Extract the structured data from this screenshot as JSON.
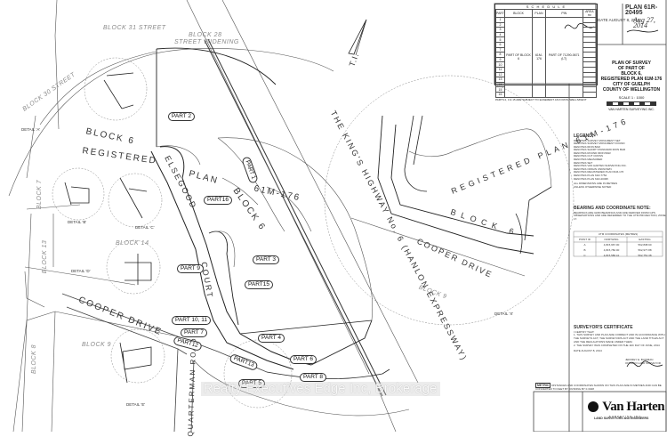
{
  "plan": {
    "plan_number": "PLAN 61R-20495",
    "received_date": "Aug 27, 2014",
    "title_lines": [
      "PLAN OF SURVEY",
      "OF PART OF",
      "BLOCK 6,",
      "REGISTERED PLAN 61M-176",
      "CITY OF GUELPH",
      "COUNTY OF WELLINGTON"
    ],
    "scale": "SCALE 1 : 1000",
    "surveyor_firm": "VAN HARTEN SURVEYING INC.",
    "date_signed": "DATE  AUGUST 8, 2014"
  },
  "schedule": {
    "title": "S C H E D U L E",
    "headers": [
      "PART",
      "BLOCK",
      "PLAN",
      "PIN",
      "AREA m²"
    ],
    "parts": [
      "1",
      "2",
      "3",
      "4",
      "5",
      "6",
      "7",
      "8",
      "9",
      "10",
      "11",
      "12",
      "13",
      "14",
      "15",
      "16"
    ],
    "block": "PART OF BLOCK 6",
    "plan": "61M-176",
    "pin": "PART OF 71290-0671 (LT)",
    "note": "PARTS 2, 3 & 15 ARE SUBJECT TO EASEMENT AS IN ROS. WELLS/KENT"
  },
  "map_labels": {
    "block_31_street": "BLOCK 31 STREET",
    "block_28": "BLOCK 28",
    "street_widening": "STREET WIDENING",
    "block_30_street": "BLOCK 30 STREET",
    "block_6": "BLOCK 6",
    "registered": "REGISTERED",
    "plan": "PLAN",
    "plan_number": "61M-176",
    "block_6_b": "BLOCK 6",
    "block_7": "BLOCK 7",
    "block_13": "BLOCK 13",
    "block_14": "BLOCK 14",
    "block_9": "BLOCK 9",
    "block_8": "BLOCK 8",
    "elsegood": "ELSEGOOD",
    "court": "COURT",
    "cooper_drive": "COOPER DRIVE",
    "quarterman_road": "QUARTERMAN ROAD",
    "highway": "THE KING'S HIGHWAY No. 6 (HANLON EXPRESSWAY)",
    "north_arrow": "T.I."
  },
  "parts": [
    {
      "id": "part-1",
      "label": "PART 1"
    },
    {
      "id": "part-2",
      "label": "PART 2"
    },
    {
      "id": "part-3",
      "label": "PART 3"
    },
    {
      "id": "part-4",
      "label": "PART 4"
    },
    {
      "id": "part-5",
      "label": "PART 5"
    },
    {
      "id": "part-6",
      "label": "PART 6"
    },
    {
      "id": "part-7",
      "label": "PART 7"
    },
    {
      "id": "part-8",
      "label": "PART 8"
    },
    {
      "id": "part-9",
      "label": "PART 9"
    },
    {
      "id": "part-10-11",
      "label": "PART 10, 11"
    },
    {
      "id": "part-12",
      "label": "PART12"
    },
    {
      "id": "part-13",
      "label": "PART13"
    },
    {
      "id": "part-15",
      "label": "PART15"
    },
    {
      "id": "part-16",
      "label": "PART16"
    }
  ],
  "details": {
    "detail_a": "DETAIL 'A'",
    "detail_b": "DETAIL 'B'",
    "detail_c": "DETAIL 'C'",
    "detail_d": "DETAIL 'D'",
    "detail_e": "DETAIL 'E'",
    "detail_x": "DETAIL 'X'"
  },
  "inset": {
    "registered_plan": "REGISTERED PLAN 61M-176",
    "block": "BLOCK 6",
    "cooper_drive": "COOPER DRIVE",
    "block_9": "BLOCK 9"
  },
  "legend": {
    "title": "LEGEND:",
    "items": [
      "DENOTES SURVEY MONUMENT SET",
      "DENOTES SURVEY MONUMENT FOUND",
      "DENOTES IRON BAR",
      "DENOTES SHORT STANDARD IRON BAR",
      "DENOTES ROUND IRON BAR",
      "DENOTES CUT CROSS",
      "DENOTES MEASURED",
      "DENOTES SET",
      "DENOTES VAN HARTEN SURVEYING INC.",
      "DENOTES ORIGIN UNKNOWN",
      "DENOTES REGISTERED PLAN 61M-176",
      "DENOTES PLAN 61R-7752",
      "DENOTES PLAN 61R-20495"
    ],
    "notes": [
      "ALL DIMENSIONS ARE IN METRES",
      "UNLESS OTHERWISE NOTED"
    ]
  },
  "bearing_note": {
    "title": "BEARING AND COORDINATE NOTE:",
    "text": "BEARINGS ARE GRID BEARINGS AND ARE DERIVED FROM GPS OBSERVATIONS AND ARE REFERRED TO THE UTM PROJECTION, ZONE 17."
  },
  "utm_table": {
    "title": "UTM COORDINATES (METRES)",
    "headers": [
      "POINT ID",
      "NORTHING",
      "EASTING"
    ],
    "rows": [
      [
        "A",
        "4,815,967.00",
        "562,838.90"
      ],
      [
        "B",
        "4,815,782.00",
        "562,977.88"
      ],
      [
        "C",
        "4,815,586.41",
        "562,751.38"
      ]
    ]
  },
  "surveyors_certificate": {
    "title": "SURVEYOR'S CERTIFICATE",
    "lines": [
      "I CERTIFY THAT:",
      "1. THIS SURVEY AND PLAN ARE CORRECT AND IN ACCORDANCE WITH THE SURVEYS ACT, THE SURVEYORS ACT AND THE LAND TITLES ACT AND THE REGULATIONS MADE UNDER THEM.",
      "2. THE SURVEY WAS COMPLETED ON THE 11th DAY OF JUNE, 2014"
    ],
    "date": "DATE  AUGUST 8, 2014",
    "surveyor_name": "JEFFREY E. BUISMAN",
    "surveyor_title": "ONTARIO LAND SURVEYOR"
  },
  "metric_note": {
    "label": "METRIC",
    "text": "DISTANCES AND COORDINATES SHOWN ON THIS PLAN ARE IN METRES AND CAN BE CONVERTED TO FEET BY DIVIDING BY 0.3048"
  },
  "firm": {
    "name": "Van Harten",
    "subtitle": "SURVEYING INC.",
    "tagline": "LAND SURVEYORS and ENGINEERS"
  },
  "watermark": "Realty Executives Edge Inc, Brokerage"
}
